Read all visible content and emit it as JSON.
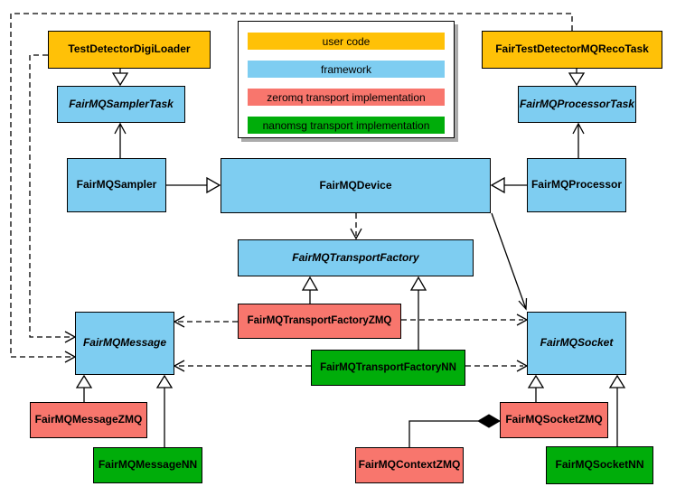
{
  "diagram": {
    "kind": "uml-class-diagram",
    "legend": {
      "items": [
        {
          "label": "user code",
          "color": "#FFC107"
        },
        {
          "label": "framework",
          "color": "#7ECDF1"
        },
        {
          "label": "zeromq transport implementation",
          "color": "#F8766D"
        },
        {
          "label": "nanomsg transport implementation",
          "color": "#00AD0A"
        }
      ]
    },
    "nodes": [
      {
        "id": "TestDetectorDigiLoader",
        "label": "TestDetectorDigiLoader",
        "category": "user code",
        "color": "#FFC107",
        "abstract": false
      },
      {
        "id": "FairTestDetectorMQRecoTask",
        "label": "FairTestDetectorMQRecoTask",
        "category": "user code",
        "color": "#FFC107",
        "abstract": false
      },
      {
        "id": "FairMQSamplerTask",
        "label": "FairMQSamplerTask",
        "category": "framework",
        "color": "#7ECDF1",
        "abstract": true
      },
      {
        "id": "FairMQProcessorTask",
        "label": "FairMQProcessorTask",
        "category": "framework",
        "color": "#7ECDF1",
        "abstract": true
      },
      {
        "id": "FairMQSampler",
        "label": "FairMQSampler",
        "category": "framework",
        "color": "#7ECDF1",
        "abstract": false
      },
      {
        "id": "FairMQDevice",
        "label": "FairMQDevice",
        "category": "framework",
        "color": "#7ECDF1",
        "abstract": false
      },
      {
        "id": "FairMQProcessor",
        "label": "FairMQProcessor",
        "category": "framework",
        "color": "#7ECDF1",
        "abstract": false
      },
      {
        "id": "FairMQTransportFactory",
        "label": "FairMQTransportFactory",
        "category": "framework",
        "color": "#7ECDF1",
        "abstract": true
      },
      {
        "id": "FairMQTransportFactoryZMQ",
        "label": "FairMQTransportFactoryZMQ",
        "category": "zeromq",
        "color": "#F8766D",
        "abstract": false
      },
      {
        "id": "FairMQTransportFactoryNN",
        "label": "FairMQTransportFactoryNN",
        "category": "nanomsg",
        "color": "#00AD0A",
        "abstract": false
      },
      {
        "id": "FairMQMessage",
        "label": "FairMQMessage",
        "category": "framework",
        "color": "#7ECDF1",
        "abstract": true
      },
      {
        "id": "FairMQSocket",
        "label": "FairMQSocket",
        "category": "framework",
        "color": "#7ECDF1",
        "abstract": true
      },
      {
        "id": "FairMQMessageZMQ",
        "label": "FairMQMessageZMQ",
        "category": "zeromq",
        "color": "#F8766D",
        "abstract": false
      },
      {
        "id": "FairMQMessageNN",
        "label": "FairMQMessageNN",
        "category": "nanomsg",
        "color": "#00AD0A",
        "abstract": false
      },
      {
        "id": "FairMQSocketZMQ",
        "label": "FairMQSocketZMQ",
        "category": "zeromq",
        "color": "#F8766D",
        "abstract": false
      },
      {
        "id": "FairMQContextZMQ",
        "label": "FairMQContextZMQ",
        "category": "zeromq",
        "color": "#F8766D",
        "abstract": false
      },
      {
        "id": "FairMQSocketNN",
        "label": "FairMQSocketNN",
        "category": "nanomsg",
        "color": "#00AD0A",
        "abstract": false
      }
    ],
    "edges": [
      {
        "from": "TestDetectorDigiLoader",
        "to": "FairMQSamplerTask",
        "type": "inheritance"
      },
      {
        "from": "FairTestDetectorMQRecoTask",
        "to": "FairMQProcessorTask",
        "type": "inheritance"
      },
      {
        "from": "FairMQSampler",
        "to": "FairMQSamplerTask",
        "type": "association"
      },
      {
        "from": "FairMQProcessor",
        "to": "FairMQProcessorTask",
        "type": "association"
      },
      {
        "from": "FairMQSampler",
        "to": "FairMQDevice",
        "type": "inheritance"
      },
      {
        "from": "FairMQProcessor",
        "to": "FairMQDevice",
        "type": "inheritance"
      },
      {
        "from": "FairMQDevice",
        "to": "FairMQTransportFactory",
        "type": "dependency"
      },
      {
        "from": "FairMQDevice",
        "to": "FairMQSocket",
        "type": "association"
      },
      {
        "from": "FairMQTransportFactoryZMQ",
        "to": "FairMQTransportFactory",
        "type": "inheritance"
      },
      {
        "from": "FairMQTransportFactoryNN",
        "to": "FairMQTransportFactory",
        "type": "inheritance"
      },
      {
        "from": "FairMQTransportFactoryZMQ",
        "to": "FairMQMessage",
        "type": "dependency"
      },
      {
        "from": "FairMQTransportFactoryZMQ",
        "to": "FairMQSocket",
        "type": "dependency"
      },
      {
        "from": "FairMQTransportFactoryNN",
        "to": "FairMQMessage",
        "type": "dependency"
      },
      {
        "from": "FairMQTransportFactoryNN",
        "to": "FairMQSocket",
        "type": "dependency"
      },
      {
        "from": "FairMQMessageZMQ",
        "to": "FairMQMessage",
        "type": "inheritance"
      },
      {
        "from": "FairMQMessageNN",
        "to": "FairMQMessage",
        "type": "inheritance"
      },
      {
        "from": "FairMQSocketZMQ",
        "to": "FairMQSocket",
        "type": "inheritance"
      },
      {
        "from": "FairMQSocketNN",
        "to": "FairMQSocket",
        "type": "inheritance"
      },
      {
        "from": "FairMQContextZMQ",
        "to": "FairMQSocketZMQ",
        "type": "composition"
      },
      {
        "from": "TestDetectorDigiLoader",
        "to": "FairMQMessage",
        "type": "dependency"
      },
      {
        "from": "FairTestDetectorMQRecoTask",
        "to": "FairMQMessage",
        "type": "dependency"
      }
    ]
  }
}
